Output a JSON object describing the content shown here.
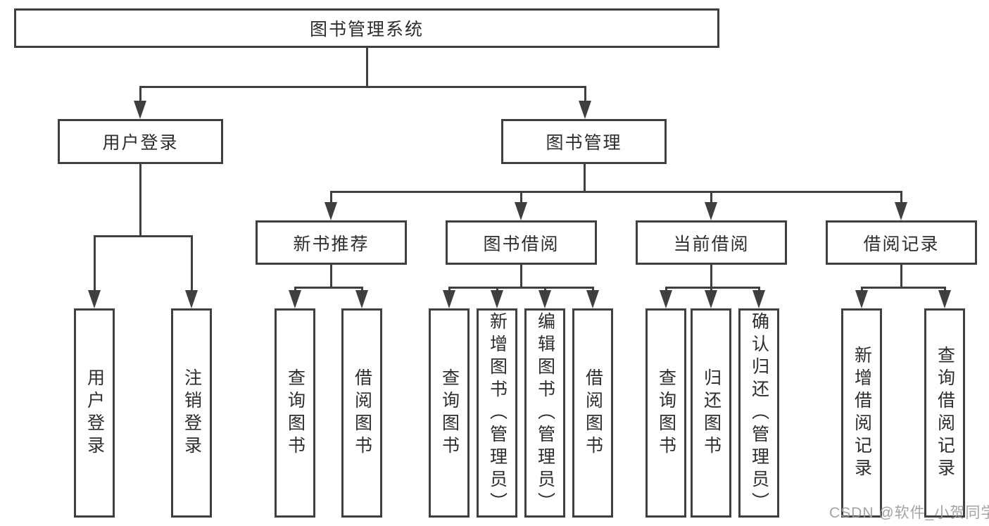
{
  "diagram": {
    "type": "hierarchy-tree",
    "nodes": {
      "root": "图书管理系统",
      "level2": [
        "用户登录",
        "图书管理"
      ],
      "level3": [
        "新书推荐",
        "图书借阅",
        "当前借阅",
        "借阅记录"
      ],
      "level4": [
        "用户登录",
        "注销登录",
        "查询图书",
        "借阅图书",
        "查询图书",
        "新增图书（管理员）",
        "编辑图书（管理员）",
        "借阅图书",
        "查询图书",
        "归还图书",
        "确认归还（管理员）",
        "新增借阅记录",
        "查询借阅记录"
      ]
    },
    "edges": [
      {
        "from": "图书管理系统",
        "to": [
          "用户登录",
          "图书管理"
        ]
      },
      {
        "from": "用户登录",
        "to": [
          "用户登录",
          "注销登录"
        ]
      },
      {
        "from": "图书管理",
        "to": [
          "新书推荐",
          "图书借阅",
          "当前借阅",
          "借阅记录"
        ]
      },
      {
        "from": "新书推荐",
        "to": [
          "查询图书",
          "借阅图书"
        ]
      },
      {
        "from": "图书借阅",
        "to": [
          "查询图书",
          "新增图书（管理员）",
          "编辑图书（管理员）",
          "借阅图书"
        ]
      },
      {
        "from": "当前借阅",
        "to": [
          "查询图书",
          "归还图书",
          "确认归还（管理员）"
        ]
      },
      {
        "from": "借阅记录",
        "to": [
          "新增借阅记录",
          "查询借阅记录"
        ]
      }
    ],
    "colors": {
      "line": "#3f3f3f",
      "border": "#3f3f3f",
      "text": "#2d2d2d",
      "background": "#ffffff",
      "watermark": "#9a9a9a"
    }
  },
  "watermark": {
    "text": "CSDN @软件_小贺同学"
  }
}
